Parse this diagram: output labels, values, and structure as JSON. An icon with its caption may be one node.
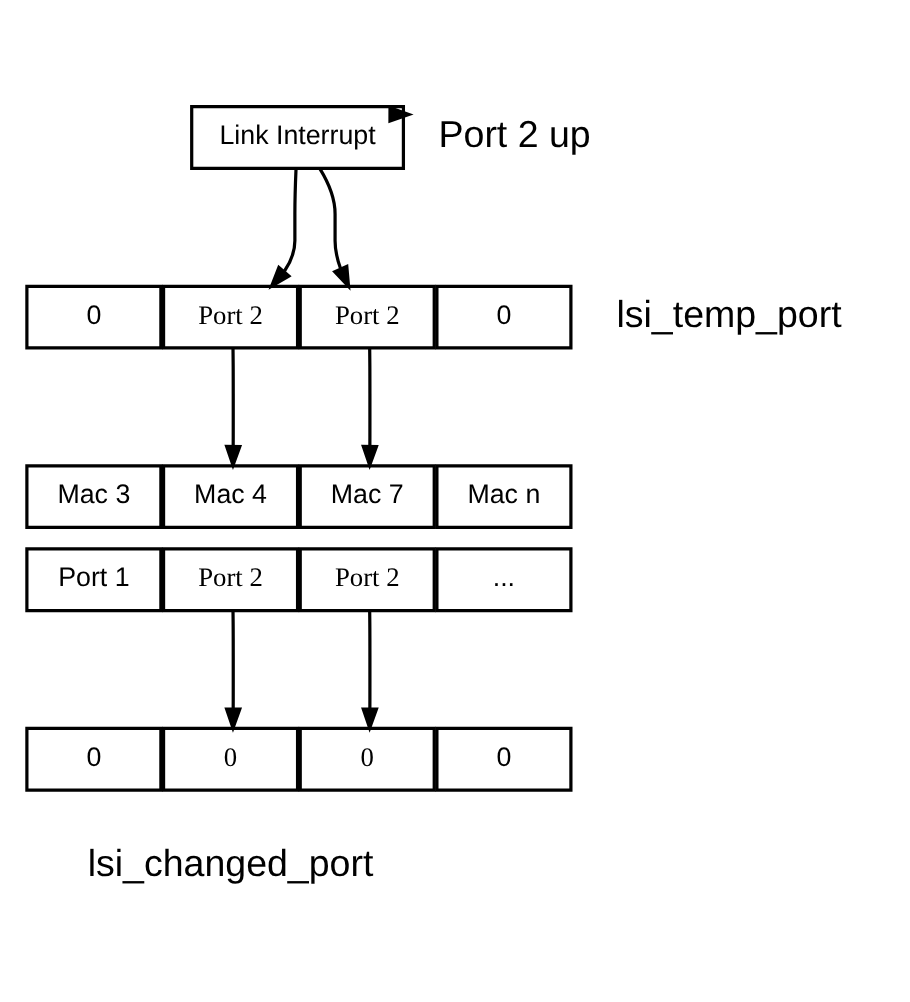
{
  "diagram": {
    "nodes": [
      {
        "text": [
          "Link Interrupt"
        ]
      },
      {
        "text": [
          "Port 2 up"
        ]
      },
      {
        "text": [
          "0"
        ]
      },
      {
        "text": [
          "Port 2"
        ]
      },
      {
        "text": [
          "Port 2"
        ]
      },
      {
        "text": [
          "0"
        ]
      },
      {
        "text": [
          "Mac 3"
        ]
      },
      {
        "text": [
          "Mac 4"
        ]
      },
      {
        "text": [
          "Mac 7"
        ]
      },
      {
        "text": [
          "Mac n"
        ]
      },
      {
        "text": [
          "Port 1"
        ]
      },
      {
        "text": [
          "Port 2"
        ]
      },
      {
        "text": [
          "Port 2"
        ]
      },
      {
        "text": [
          "..."
        ]
      },
      {
        "text": [
          "0"
        ]
      },
      {
        "text": [
          "0"
        ]
      },
      {
        "text": [
          "0"
        ]
      },
      {
        "text": [
          "0"
        ]
      }
    ],
    "edges": [
      {
        "from": 0,
        "to": 1,
        "arrow": "to"
      },
      {
        "from": 0,
        "to": 3,
        "arrow": "to"
      },
      {
        "from": 0,
        "to": 4,
        "arrow": "to"
      },
      {
        "from": 3,
        "to": 7,
        "arrow": "to"
      },
      {
        "from": 4,
        "to": 8,
        "arrow": "to"
      },
      {
        "from": 11,
        "to": 15,
        "arrow": "to"
      },
      {
        "from": 12,
        "to": 16,
        "arrow": "to"
      }
    ],
    "labels": [
      "lsi_temp_port",
      "lsi_changed_port"
    ]
  }
}
